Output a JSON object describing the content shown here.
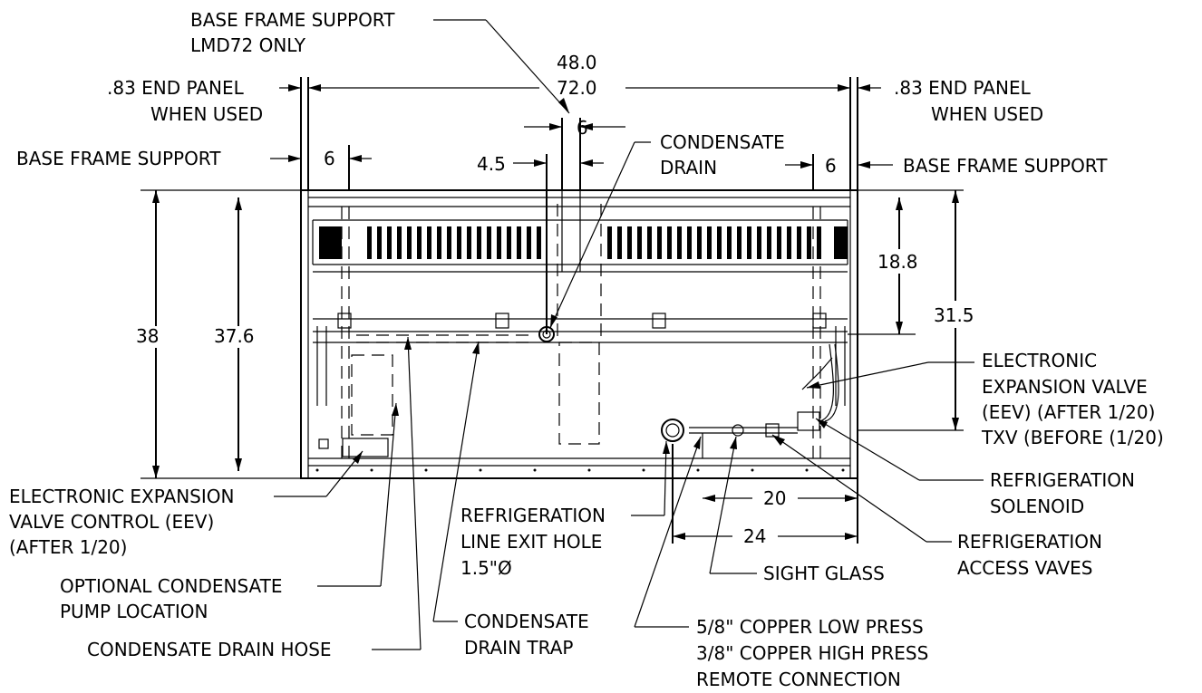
{
  "labels": {
    "base_support_lmd72_1": "BASE FRAME SUPPORT",
    "base_support_lmd72_2": "LMD72 ONLY",
    "dim_48": "48.0",
    "dim_72": "72.0",
    "end_panel_left_1": ".83  END PANEL",
    "end_panel_left_2": "WHEN USED",
    "end_panel_right_1": ".83  END PANEL",
    "end_panel_right_2": "WHEN USED",
    "dim_6_top": "6",
    "base_support_left": "BASE FRAME SUPPORT",
    "dim_6_left": "6",
    "dim_4_5": "4.5",
    "condensate_drain_1": "CONDENSATE",
    "condensate_drain_2": "DRAIN",
    "dim_6_right": "6",
    "base_support_right": "BASE FRAME SUPPORT",
    "dim_18_8": "18.8",
    "dim_31_5": "31.5",
    "dim_38": "38",
    "dim_37_6": "37.6",
    "eev_1": "ELECTRONIC",
    "eev_2": "EXPANSION VALVE",
    "eev_3": "(EEV) (AFTER 1/20)",
    "eev_4": "TXV (BEFORE (1/20)",
    "eev_control_1": "ELECTRONIC EXPANSION",
    "eev_control_2": "VALVE CONTROL (EEV)",
    "eev_control_3": "(AFTER 1/20)",
    "line_exit_1": "REFRIGERATION",
    "line_exit_2": "LINE EXIT HOLE",
    "line_exit_3": "1.5\"Ø",
    "solenoid_1": "REFRIGERATION",
    "solenoid_2": "SOLENOID",
    "dim_20": "20",
    "dim_24": "24",
    "access_1": "REFRIGERATION",
    "access_2": "ACCESS VAVES",
    "pump_1": "OPTIONAL CONDENSATE",
    "pump_2": "PUMP LOCATION",
    "sight_glass": "SIGHT GLASS",
    "drain_trap_1": "CONDENSATE",
    "drain_trap_2": "DRAIN TRAP",
    "drain_hose": "CONDENSATE DRAIN HOSE",
    "copper_1": "5/8\" COPPER LOW PRESS",
    "copper_2": "3/8\" COPPER HIGH PRESS",
    "copper_3": "REMOTE CONNECTION"
  }
}
